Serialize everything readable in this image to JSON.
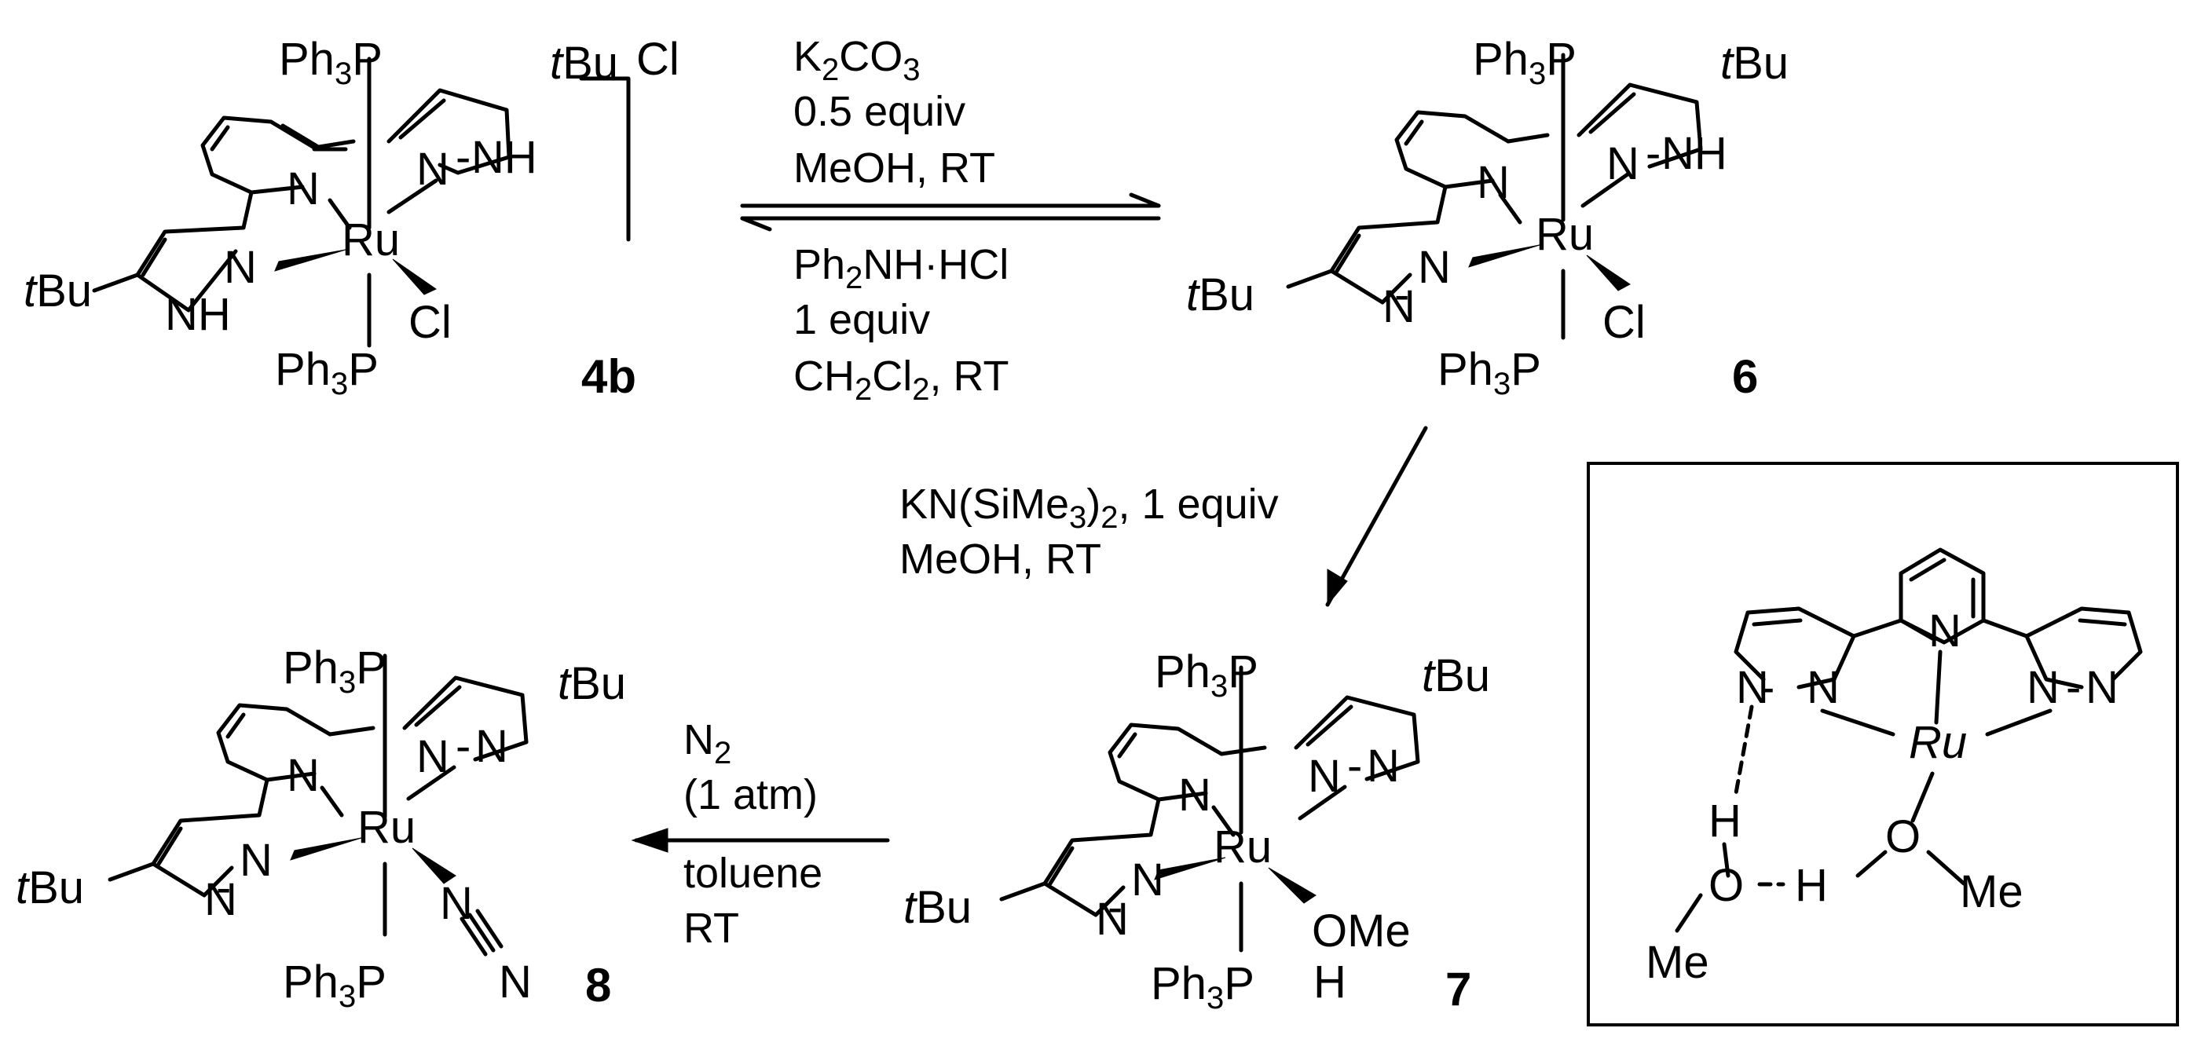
{
  "compounds": {
    "c4b": {
      "id": "4b",
      "counterion": "Cl",
      "Ru": "Ru",
      "P_top": "Ph3P",
      "P_bottom": "Ph3P",
      "Cl": "Cl",
      "tBu_left": "tBu",
      "tBu_right": "tBu",
      "NH_right": "NH",
      "NH_left": "NH"
    },
    "c6": {
      "id": "6",
      "Ru": "Ru",
      "P_top": "Ph3P",
      "P_bottom": "Ph3P",
      "Cl": "Cl",
      "tBu_left": "tBu",
      "tBu_right": "tBu",
      "NH_right": "NH"
    },
    "c7": {
      "id": "7",
      "Ru": "Ru",
      "P_top": "Ph3P",
      "P_bottom": "Ph3P",
      "OMe": "OMe",
      "H": "H",
      "tBu_left": "tBu",
      "tBu_right": "tBu"
    },
    "c8": {
      "id": "8",
      "Ru": "Ru",
      "P_top": "Ph3P",
      "P_bottom": "Ph3P",
      "tBu_left": "tBu",
      "tBu_right": "tBu",
      "N2": "N"
    }
  },
  "conditions": {
    "forward": [
      "K2CO3",
      "0.5 equiv",
      "MeOH, RT"
    ],
    "reverse": [
      "Ph2NH·HCl",
      "1 equiv",
      "CH2Cl2, RT"
    ],
    "to7": [
      "KN(SiMe3)2, 1 equiv",
      "MeOH, RT"
    ],
    "to8": [
      "N2",
      "(1 atm)",
      "toluene",
      "RT"
    ]
  },
  "inset": {
    "Ru": "Ru",
    "O_left": "O",
    "O_right": "O",
    "H_left": "H",
    "H_mid": "H",
    "Me_left": "Me",
    "Me_right": "Me"
  }
}
